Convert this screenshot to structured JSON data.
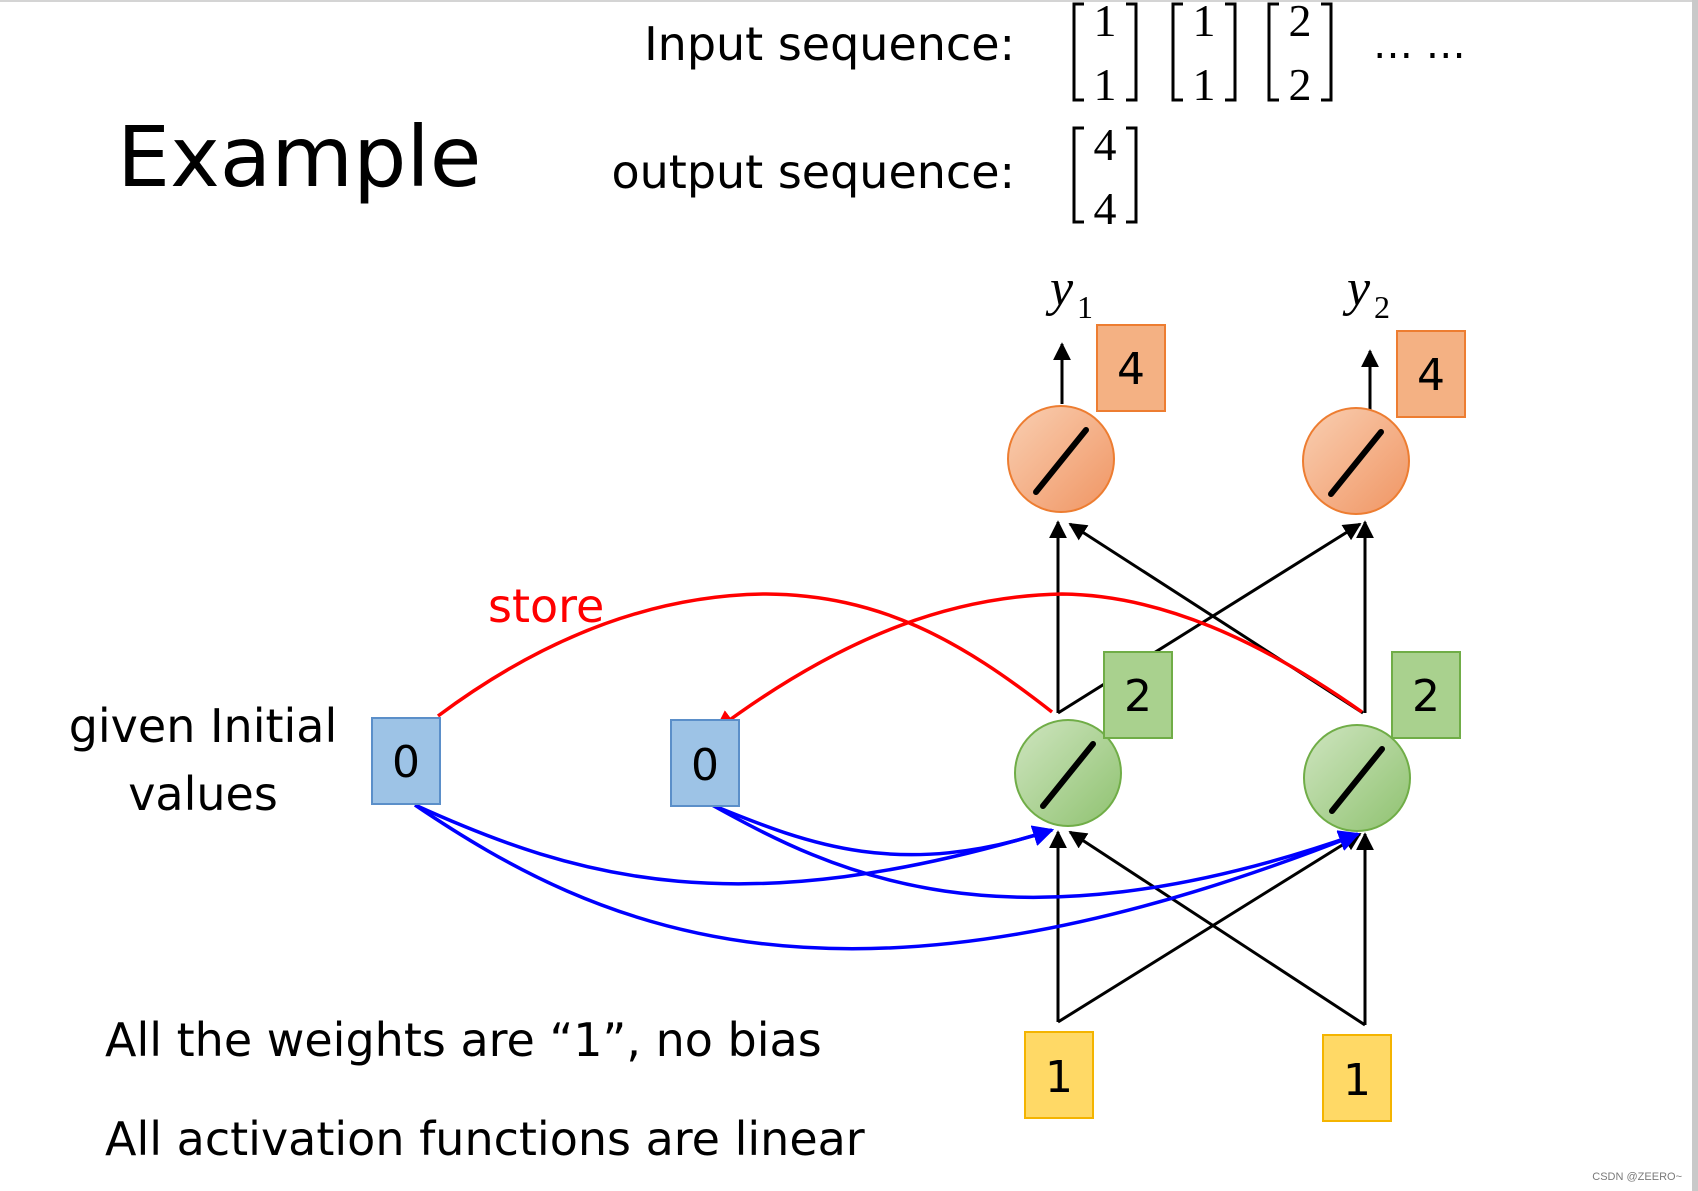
{
  "title": "Example",
  "input_label": "Input sequence:",
  "output_label": "output sequence:",
  "input_vectors": [
    [
      "1",
      "1"
    ],
    [
      "1",
      "1"
    ],
    [
      "2",
      "2"
    ]
  ],
  "input_ellipsis": "… …",
  "output_vectors": [
    [
      "4",
      "4"
    ]
  ],
  "initial_label": [
    "given Initial",
    "values"
  ],
  "store_label": "store",
  "memory_values": [
    "0",
    "0"
  ],
  "hidden_values": [
    "2",
    "2"
  ],
  "output_values": [
    "4",
    "4"
  ],
  "input_values": [
    "1",
    "1"
  ],
  "output_names": [
    {
      "base": "y",
      "sub": "1"
    },
    {
      "base": "y",
      "sub": "2"
    }
  ],
  "notes": [
    "All the weights are “1”, no bias",
    "All activation functions are linear"
  ],
  "watermark": "CSDN @ZEERO~",
  "colors": {
    "memory_fill": "#9dc3e6",
    "memory_stroke": "#5b8fc9",
    "hidden_fill": "#a9d18e",
    "hidden_stroke": "#70ad47",
    "output_fill": "#f4b183",
    "output_stroke": "#ed7d31",
    "input_fill": "#ffd966",
    "input_stroke": "#f4b400",
    "store_arrow": "#ff0000",
    "memory_arrow": "#0000ff",
    "arrow": "#000000"
  }
}
